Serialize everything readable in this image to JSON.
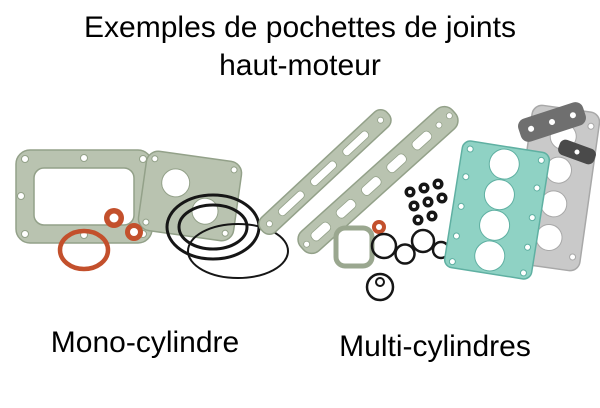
{
  "title": {
    "line1": "Exemples de pochettes de joints",
    "line2": "haut-moteur"
  },
  "captions": {
    "mono": "Mono-cylindre",
    "multi": "Multi-cylindres"
  },
  "illustrations": {
    "left": "mono-cylinder-gasket-kit-photo",
    "right": "multi-cylinder-gasket-kit-photo"
  },
  "colors": {
    "background": "#ffffff",
    "text": "#000000",
    "gasket_green": "#b9c3b0",
    "gasket_green_edge": "#93a189",
    "head_gasket_teal": "#8fd2c4",
    "head_gasket_teal_edge": "#5fb0a2",
    "oring_orange": "#c3502c",
    "rubber_black": "#161616",
    "gasket_gray": "#c9c9c9",
    "gasket_dark_gray": "#6f6f6f"
  }
}
